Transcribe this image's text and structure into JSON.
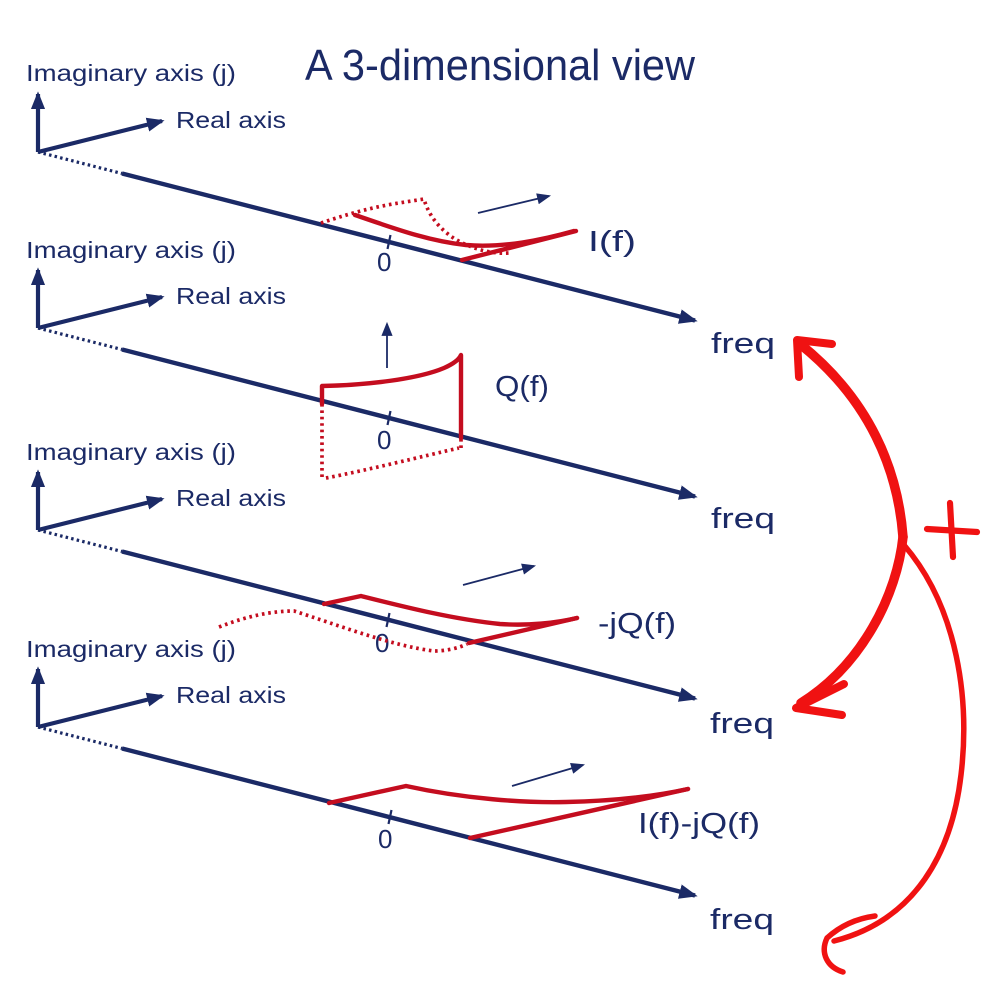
{
  "title": "A 3-dimensional view",
  "colors": {
    "navy": "#1b2a66",
    "spectrum_red": "#c40d1f",
    "annotation_red": "#f01212",
    "background": "#ffffff"
  },
  "panels": [
    {
      "curve_label": "I(f)",
      "imaginary_axis_label": "Imaginary axis (j)",
      "real_axis_label": "Real axis",
      "freq_label": "freq",
      "zero_label": "0"
    },
    {
      "curve_label": "Q(f)",
      "imaginary_axis_label": "Imaginary axis (j)",
      "real_axis_label": "Real axis",
      "freq_label": "freq",
      "zero_label": "0"
    },
    {
      "curve_label": "-jQ(f)",
      "imaginary_axis_label": "Imaginary axis (j)",
      "real_axis_label": "Real axis",
      "freq_label": "freq",
      "zero_label": "0"
    },
    {
      "curve_label": "I(f)-jQ(f)",
      "imaginary_axis_label": "Imaginary axis (j)",
      "real_axis_label": "Real axis",
      "freq_label": "freq",
      "zero_label": "0"
    }
  ],
  "annotation": {
    "plus_label": "+"
  }
}
